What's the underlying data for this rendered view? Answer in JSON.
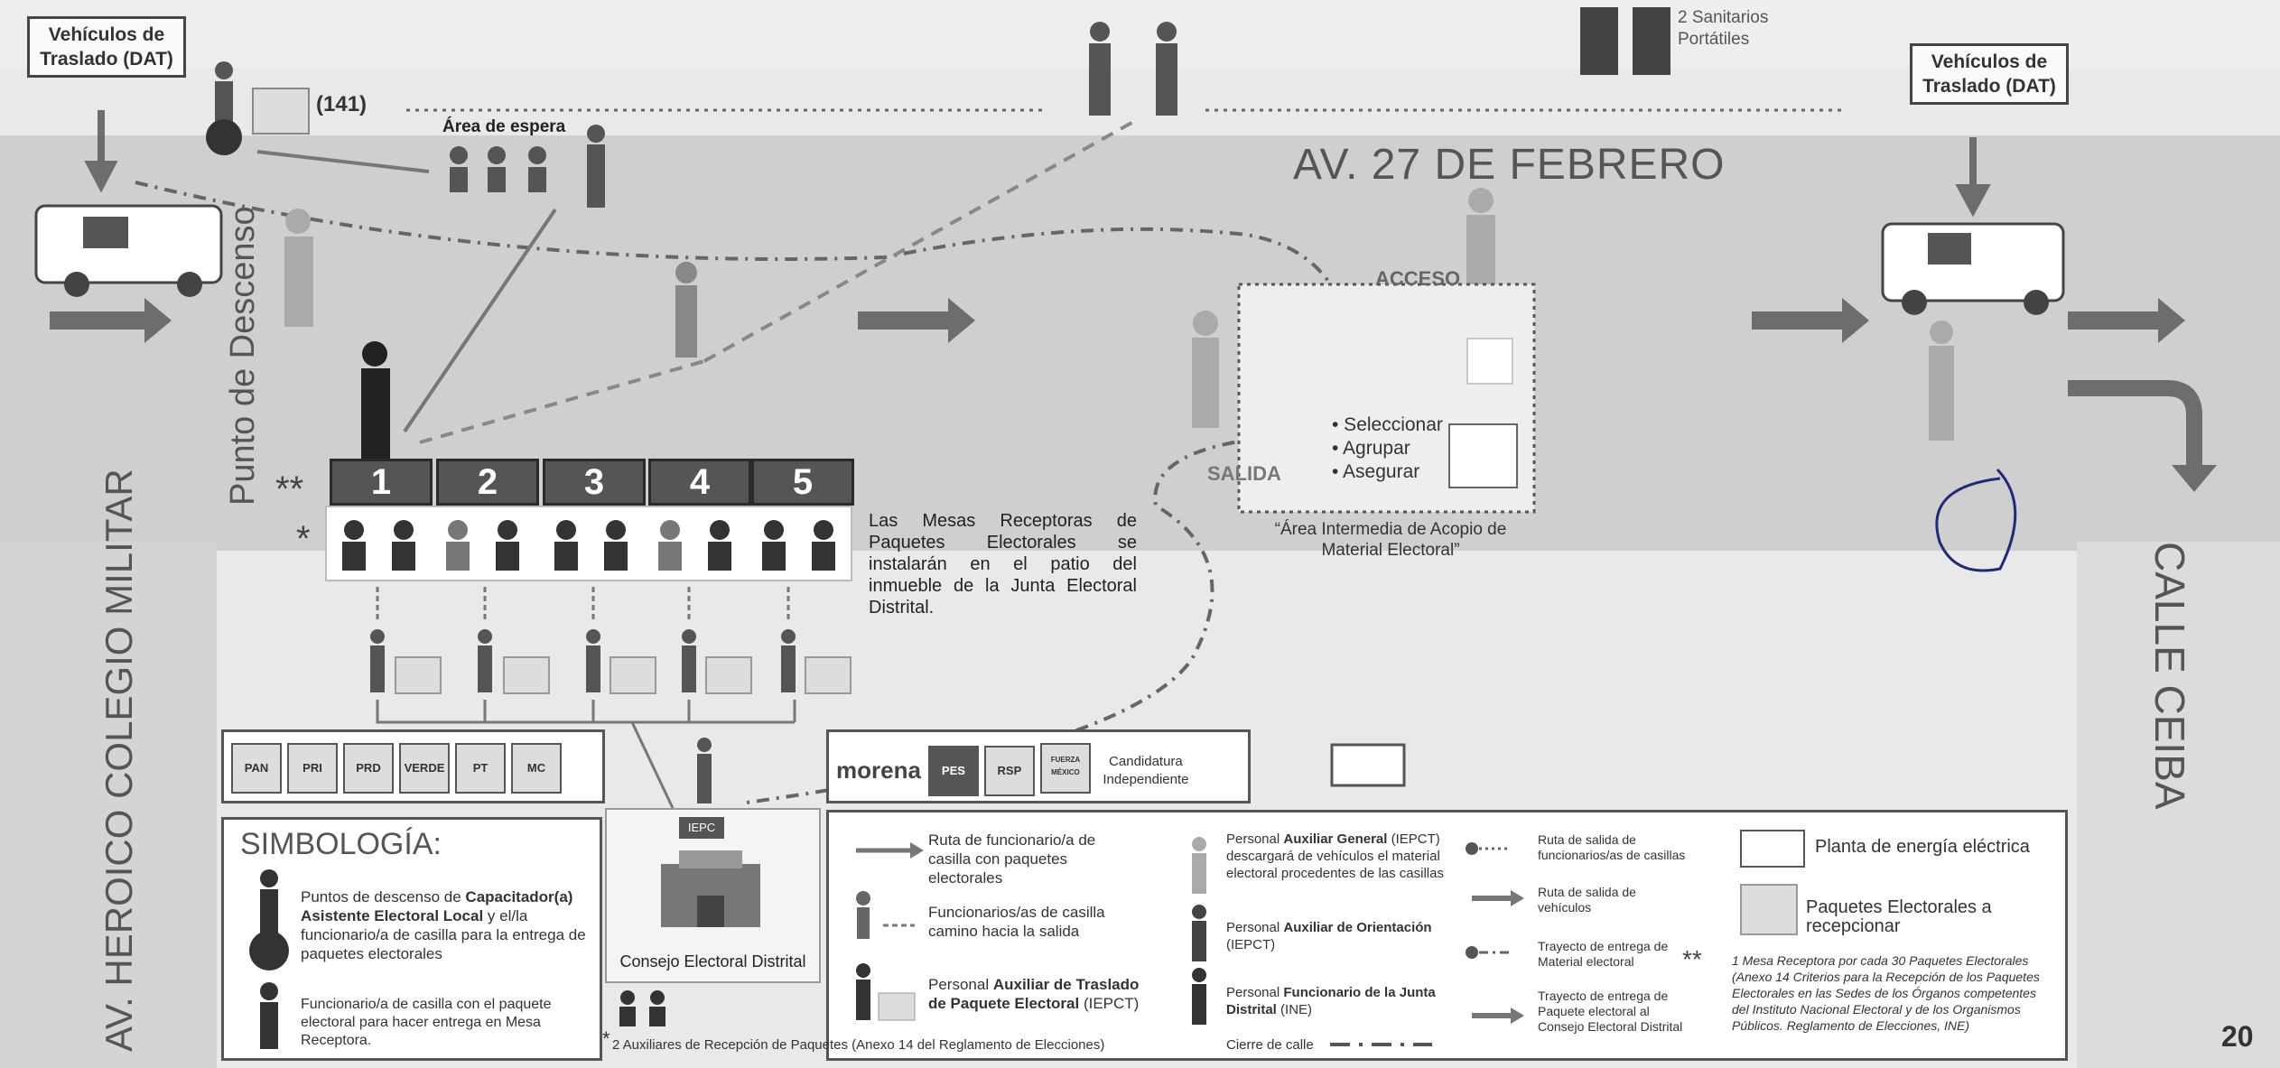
{
  "vehicles": {
    "left_label": "Vehículos de Traslado (DAT)",
    "right_label": "Vehículos de Traslado (DAT)"
  },
  "sanitarios": "2 Sanitarios Portátiles",
  "count_141": "(141)",
  "area_espera": "Área de espera",
  "avenue_top": "AV. 27 DE FEBRERO",
  "punto_descenso": "Punto de Descenso",
  "avenue_left": "AV. HEROICO COLEGIO MILITAR",
  "street_right": "CALLE CEIBA",
  "acceso": "ACCESO",
  "salida": "SALIDA",
  "area_actions": [
    "• Seleccionar",
    "• Agrupar",
    "• Asegurar"
  ],
  "area_label": "“Área Intermedia de Acopio de Material Electoral”",
  "mesas": [
    "1",
    "2",
    "3",
    "4",
    "5"
  ],
  "mesa_marker_double": "**",
  "mesa_marker_single": "*",
  "mesas_note": "Las Mesas Receptoras de Paquetes Electorales se instalarán en el patio del inmueble de la Junta Electoral Distrital.",
  "parties_left": [
    "PAN",
    "PRI",
    "PRD",
    "VERDE",
    "PT",
    "MC"
  ],
  "parties_right": {
    "morena": "morena",
    "pes": "PES",
    "rsp": "RSP",
    "fxm": "FUERZA MÉXICO",
    "indep": "Candidatura Independiente"
  },
  "consejo": {
    "badge": "IEPC",
    "label": "Consejo Electoral Distrital"
  },
  "simbologia": {
    "title": "SIMBOLOGÍA:",
    "item1_pre": "Puntos de descenso de ",
    "item1_bold": "Capacitador(a) Asistente Electoral Local",
    "item1_post": " y el/la funcionario/a de casilla para la entrega de paquetes electorales",
    "item2": "Funcionario/a de casilla con el paquete electoral para hacer entrega en Mesa Receptora."
  },
  "legend": {
    "ruta_funcionario": "Ruta de funcionario/a de casilla con paquetes electorales",
    "camino_salida": "Funcionarios/as de casilla camino hacia la salida",
    "aux_traslado_pre": "Personal ",
    "aux_traslado_bold": "Auxiliar de Traslado de Paquete Electoral",
    "aux_traslado_post": " (IEPCT)",
    "aux_general_pre": "Personal ",
    "aux_general_bold": "Auxiliar General",
    "aux_general_post": " (IEPCT) descargará de vehículos el material electoral procedentes de las casillas",
    "aux_orient_pre": "Personal ",
    "aux_orient_bold": "Auxiliar de Orientación",
    "aux_orient_post": " (IEPCT)",
    "func_junta_pre": "Personal ",
    "func_junta_bold": "Funcionario de la Junta Distrital",
    "func_junta_post": " (INE)",
    "cierre": "Cierre de calle",
    "ruta_salida_func": "Ruta de salida de funcionarios/as de casillas",
    "ruta_salida_veh": "Ruta de salida de vehículos",
    "trayecto_material": "Trayecto de entrega de Material electoral",
    "trayecto_paquete": "Trayecto de entrega de Paquete electoral al Consejo Electoral Distrital",
    "planta": "Planta de energía eléctrica",
    "paquetes": "Paquetes Electorales a recepcionar",
    "note_marker": "**",
    "note_text": "1 Mesa Receptora por cada 30 Paquetes Electorales (Anexo 14 Criterios para la Recepción de los Paquetes Electorales en las Sedes de los Órganos competentes del Instituto Nacional Electoral y de los Organismos Públicos. Reglamento de Elecciones, INE)",
    "aux_recepcion_marker": "*",
    "aux_recepcion": "2 Auxiliares de Recepción de Paquetes (Anexo 14 del Reglamento de Elecciones)"
  },
  "page_number": "20",
  "colors": {
    "road": "#cfcfcf",
    "accent_dark": "#555555",
    "annotation": "#1f2a7a"
  }
}
